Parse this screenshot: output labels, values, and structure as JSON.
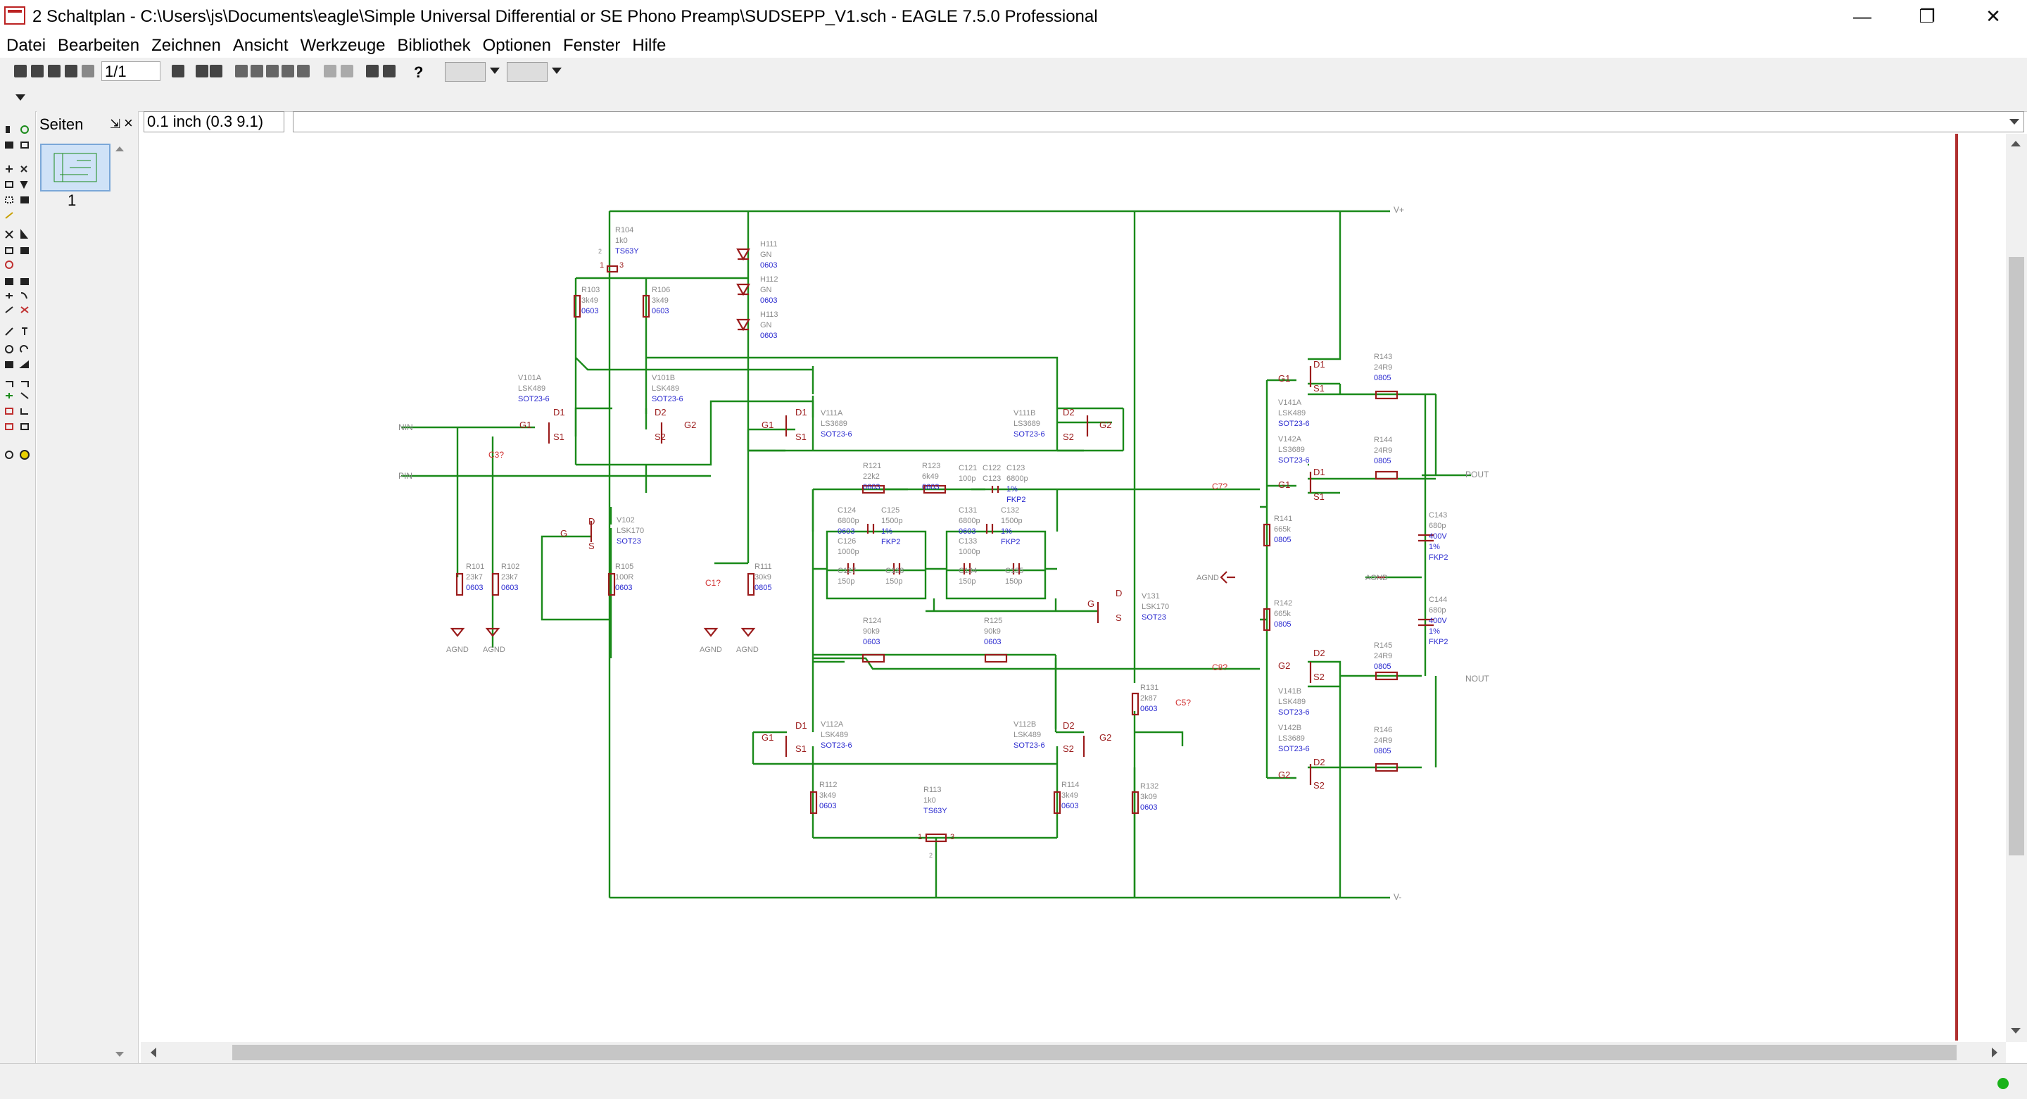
{
  "window": {
    "title": "2 Schaltplan - C:\\Users\\js\\Documents\\eagle\\Simple Universal Differential or SE Phono Preamp\\SUDSEPP_V1.sch - EAGLE 7.5.0 Professional",
    "minimize": "—",
    "restore": "❐",
    "close": "✕"
  },
  "menu": [
    "Datei",
    "Bearbeiten",
    "Zeichnen",
    "Ansicht",
    "Werkzeuge",
    "Bibliothek",
    "Optionen",
    "Fenster",
    "Hilfe"
  ],
  "toolbar": {
    "sheet_select": "1/1",
    "help": "?"
  },
  "pages_panel": {
    "title": "Seiten",
    "pin": "⇲",
    "close": "×",
    "page_number": "1"
  },
  "grid_display": "0.1 inch (0.3 9.1)",
  "command_line": "",
  "colors": {
    "wire": "#1a8a1a",
    "symbol": "#9b1c1c",
    "name": "#8a8a8a",
    "value": "#2a2acf",
    "frame": "#b03030"
  },
  "schematic": {
    "supplies": {
      "vplus": "V+",
      "vminus": "V-"
    },
    "nets": {
      "pin": "PIN",
      "nin": "NIN",
      "pout": "POUT",
      "nout": "NOUT",
      "agnd": "AGND"
    },
    "capacitor_placeholders": {
      "c3": "C3?",
      "c1": "C1?",
      "c5": "C5?",
      "c7": "C7?",
      "c8": "C8?"
    },
    "trimmers": [
      {
        "name": "R104",
        "value": "1k0",
        "package": "TS63Y",
        "pins": [
          "1",
          "3",
          "2"
        ]
      },
      {
        "name": "R113",
        "value": "1k0",
        "package": "TS63Y",
        "pins": [
          "1",
          "3",
          "2"
        ]
      }
    ],
    "leds": [
      {
        "name": "H111",
        "value": "GN",
        "package": "0603"
      },
      {
        "name": "H112",
        "value": "GN",
        "package": "0603"
      },
      {
        "name": "H113",
        "value": "GN",
        "package": "0603"
      }
    ],
    "resistors": [
      {
        "name": "R103",
        "value": "3k49",
        "package": "0603"
      },
      {
        "name": "R106",
        "value": "3k49",
        "package": "0603"
      },
      {
        "name": "R101",
        "value": "23k7",
        "package": "0603"
      },
      {
        "name": "R102",
        "value": "23k7",
        "package": "0603"
      },
      {
        "name": "R105",
        "value": "100R",
        "package": "0603"
      },
      {
        "name": "R111",
        "value": "30k9",
        "package": "0805"
      },
      {
        "name": "R121",
        "value": "22k2",
        "package": "0603"
      },
      {
        "name": "R123",
        "value": "6k49",
        "package": "0603"
      },
      {
        "name": "R124",
        "value": "90k9",
        "package": "0603"
      },
      {
        "name": "R125",
        "value": "90k9",
        "package": "0603"
      },
      {
        "name": "R131",
        "value": "2k87",
        "package": "0603"
      },
      {
        "name": "R132",
        "value": "3k09",
        "package": "0603"
      },
      {
        "name": "R112",
        "value": "3k49",
        "package": "0603"
      },
      {
        "name": "R114",
        "value": "3k49",
        "package": "0603"
      },
      {
        "name": "R141",
        "value": "665k",
        "package": "0805"
      },
      {
        "name": "R142",
        "value": "665k",
        "package": "0805"
      },
      {
        "name": "R143",
        "value": "24R9",
        "package": "0805"
      },
      {
        "name": "R144",
        "value": "24R9",
        "package": "0805"
      },
      {
        "name": "R145",
        "value": "24R9",
        "package": "0805"
      },
      {
        "name": "R146",
        "value": "24R9",
        "package": "0805"
      }
    ],
    "capacitors": [
      {
        "name": "C121",
        "value": "100p"
      },
      {
        "name": "C122",
        "value": "C123"
      },
      {
        "name": "C123",
        "value": "6800p",
        "tol": "1%",
        "package": "FKP2"
      },
      {
        "name": "C124",
        "value": "6800p",
        "package": "0603"
      },
      {
        "name": "C125",
        "value": "1500p",
        "tol": "1%",
        "package": "FKP2"
      },
      {
        "name": "C126",
        "value": "1000p"
      },
      {
        "name": "C127",
        "value": "150p"
      },
      {
        "name": "C128",
        "value": "150p"
      },
      {
        "name": "C131",
        "value": "6800p",
        "package": "0603"
      },
      {
        "name": "C132",
        "value": "1500p",
        "tol": "1%",
        "package": "FKP2"
      },
      {
        "name": "C133",
        "value": "1000p"
      },
      {
        "name": "C134",
        "value": "150p"
      },
      {
        "name": "C135",
        "value": "150p"
      },
      {
        "name": "C143",
        "value": "680p",
        "volt": "400V",
        "tol": "1%",
        "package": "FKP2"
      },
      {
        "name": "C144",
        "value": "680p",
        "volt": "400V",
        "tol": "1%",
        "package": "FKP2"
      }
    ],
    "fets": [
      {
        "name": "V101A",
        "value": "LSK489",
        "package": "SOT23-6",
        "pins": [
          "G1",
          "D1",
          "S1"
        ]
      },
      {
        "name": "V101B",
        "value": "LSK489",
        "package": "SOT23-6",
        "pins": [
          "G2",
          "D2",
          "S2"
        ]
      },
      {
        "name": "V102",
        "value": "LSK170",
        "package": "SOT23",
        "pins": [
          "G",
          "D",
          "S"
        ]
      },
      {
        "name": "V111A",
        "value": "LS3689",
        "package": "SOT23-6",
        "pins": [
          "G1",
          "D1",
          "S1"
        ]
      },
      {
        "name": "V111B",
        "value": "LS3689",
        "package": "SOT23-6",
        "pins": [
          "G2",
          "D2",
          "S2"
        ]
      },
      {
        "name": "V112A",
        "value": "LSK489",
        "package": "SOT23-6",
        "pins": [
          "G1",
          "D1",
          "S1"
        ]
      },
      {
        "name": "V112B",
        "value": "LSK489",
        "package": "SOT23-6",
        "pins": [
          "G2",
          "D2",
          "S2"
        ]
      },
      {
        "name": "V131",
        "value": "LSK170",
        "package": "SOT23",
        "pins": [
          "G",
          "D",
          "S"
        ]
      },
      {
        "name": "V141A",
        "value": "LSK489",
        "package": "SOT23-6"
      },
      {
        "name": "V142A",
        "value": "LS3689",
        "package": "SOT23-6"
      },
      {
        "name": "V141B",
        "value": "LSK489",
        "package": "SOT23-6"
      },
      {
        "name": "V142B",
        "value": "LS3689",
        "package": "SOT23-6"
      }
    ],
    "output_pins": [
      "G1",
      "D1",
      "S1",
      "G1",
      "D1",
      "S1",
      "G2",
      "D2",
      "S2",
      "G2",
      "D2",
      "S2"
    ]
  }
}
